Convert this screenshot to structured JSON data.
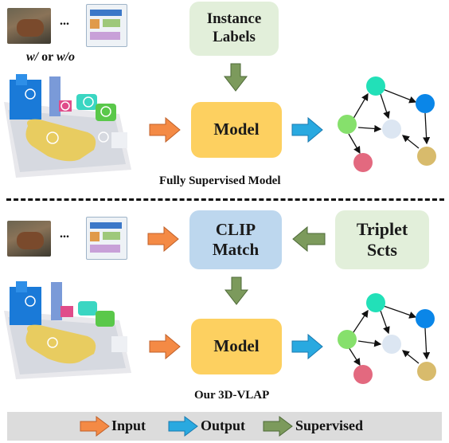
{
  "top": {
    "thumb_ellipsis": "...",
    "toggle_label": {
      "with": "w/",
      "or": "or",
      "without": "w/o"
    },
    "instance_labels_box": [
      "Instance",
      "Labels"
    ],
    "model_box": "Model",
    "caption": "Fully Supervised Model"
  },
  "bottom": {
    "thumb_ellipsis": "...",
    "clip_match_box": [
      "CLIP",
      "Match"
    ],
    "triplet_sets_box": [
      "Triplet",
      "Scts"
    ],
    "model_box": "Model",
    "caption": "Our 3D-VLAP"
  },
  "legend": {
    "input_label": "Input",
    "output_label": "Output",
    "supervised_label": "Supervised"
  },
  "colors": {
    "input_arrow": "#f48a45",
    "output_arrow": "#29a9e0",
    "supervised_arrow": "#7c9a5c",
    "model_box": "#fdd060",
    "instance_box": "#e2efda",
    "clip_box": "#bdd7ee",
    "triplet_box": "#e2efda",
    "node_teal": "#22e0b8",
    "node_blue": "#0a86e8",
    "node_green": "#86e06c",
    "node_pale": "#dce6f2",
    "node_pink": "#e3697f",
    "node_tan": "#d8bb6c"
  }
}
